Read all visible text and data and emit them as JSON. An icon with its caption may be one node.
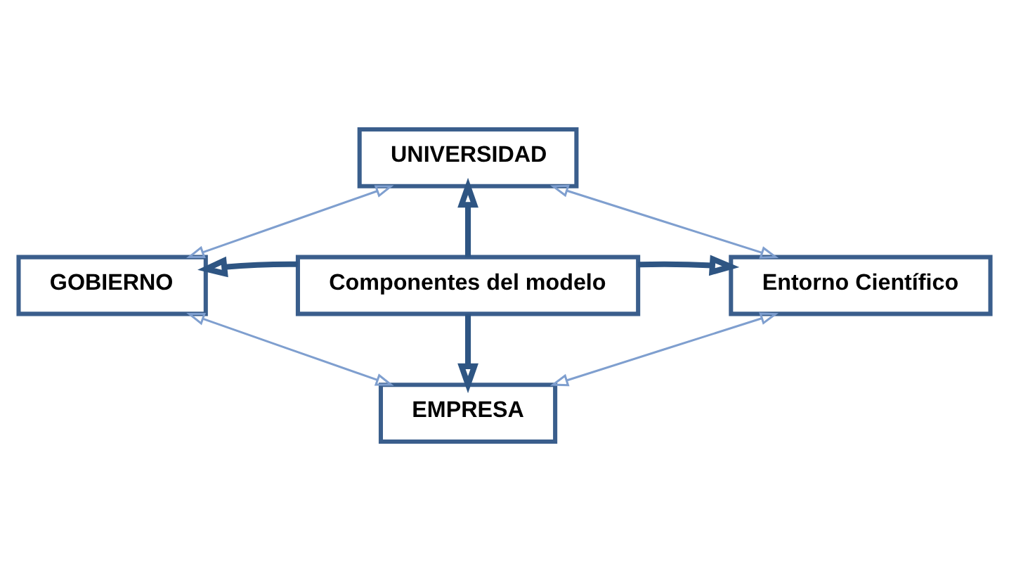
{
  "diagram": {
    "nodes": [
      {
        "text": [
          "UNIVERSIDAD"
        ]
      },
      {
        "text": [
          "GOBIERNO"
        ]
      },
      {
        "text": [
          "Componentes del modelo"
        ]
      },
      {
        "text": [
          "Entorno Científico"
        ]
      },
      {
        "text": [
          "EMPRESA"
        ]
      }
    ],
    "edges": [
      {
        "from": 2,
        "to": 0,
        "arrow": "to",
        "style": "thick"
      },
      {
        "from": 2,
        "to": 1,
        "arrow": "to",
        "style": "thick"
      },
      {
        "from": 2,
        "to": 3,
        "arrow": "to",
        "style": "thick"
      },
      {
        "from": 2,
        "to": 4,
        "arrow": "to",
        "style": "thick"
      },
      {
        "from": 1,
        "to": 0,
        "arrow": "both"
      },
      {
        "from": 0,
        "to": 3,
        "arrow": "both"
      },
      {
        "from": 1,
        "to": 4,
        "arrow": "both"
      },
      {
        "from": 4,
        "to": 3,
        "arrow": "both"
      }
    ]
  }
}
